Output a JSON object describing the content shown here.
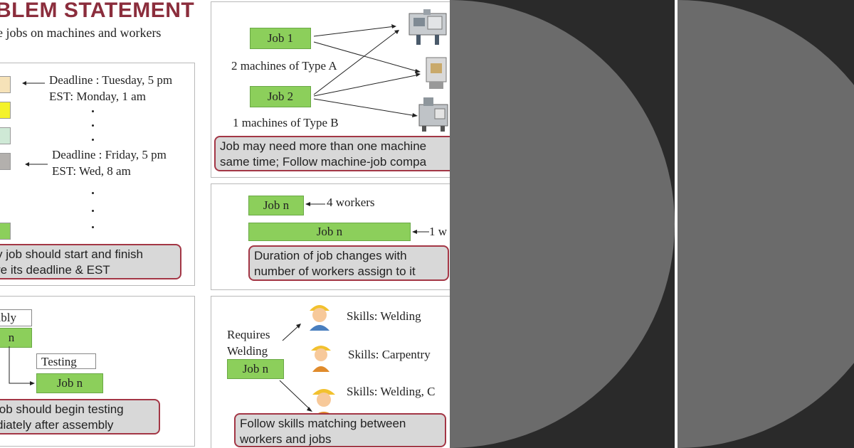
{
  "header": {
    "title": "BLEM STATEMENT",
    "intro_line1": "e jobs on machines and workers",
    "intro_line2": ":"
  },
  "deadline_panel": {
    "deadline1": "Deadline : Tuesday, 5 pm",
    "est1": "EST: Monday, 1 am",
    "deadline2": "Deadline : Friday, 5 pm",
    "est2": "EST: Wed, 8 am",
    "callout_line1": "y job should start and finish",
    "callout_line2": "re its deadline & EST",
    "colors": [
      "#f6e2b8",
      "#f4f22a",
      "#cfe9d6",
      "#b3b0ad",
      "#8ccf5b"
    ]
  },
  "machines_panel": {
    "job1": "Job 1",
    "job2": "Job 2",
    "type_a": "2 machines of Type A",
    "type_b": "1 machines of Type B",
    "callout_line1": "Job may need more than one machine",
    "callout_line2": "same time; Follow machine-job compa"
  },
  "workers_panel": {
    "job_short": "Job n",
    "job_long": "Job n",
    "workers4": "4 workers",
    "workers1": "1 w",
    "callout_line1": "Duration of job changes with",
    "callout_line2": "number of workers assign to it"
  },
  "assembly_panel": {
    "assembly_label": "mbly",
    "job_top": "n",
    "testing_label": "Testing",
    "job_bottom": "Job n",
    "callout_line1": "job should begin testing",
    "callout_line2": "diately after assembly"
  },
  "skills_panel": {
    "requires_line1": "Requires",
    "requires_line2": "Welding",
    "job": "Job n",
    "skill1": "Skills: Welding",
    "skill2": "Skills: Carpentry",
    "skill3": "Skills: Welding, C",
    "callout_line1": "Follow skills matching between",
    "callout_line2": "workers and jobs"
  },
  "icons": [
    "worker-icon",
    "machine-icon"
  ]
}
